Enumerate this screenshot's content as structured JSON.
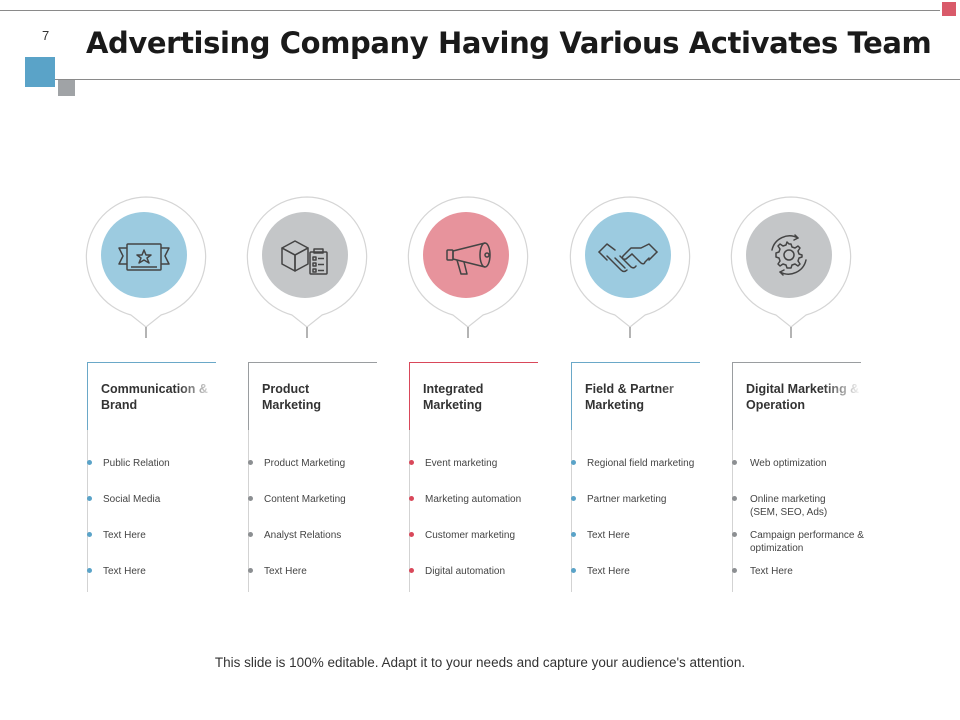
{
  "slide_number": "7",
  "title": "Advertising Company Having Various Activates Team",
  "footer": "This slide is 100% editable. Adapt it to your needs and capture your audience's attention.",
  "colors": {
    "blue": "#9ccbe0",
    "gray": "#c4c6c8",
    "pink": "#e7939c",
    "blue_dot": "#5aa3c8",
    "gray_dot": "#8c8f92",
    "red_dot": "#d9485a",
    "blue_line": "#6aa8c8",
    "gray_line": "#9a9da0",
    "red_line": "#d9485a"
  },
  "columns": [
    {
      "icon": "certificate-icon",
      "title": "Communication & Brand",
      "items": [
        "Public Relation",
        "Social Media",
        "Text Here",
        "Text Here"
      ]
    },
    {
      "icon": "box-checklist-icon",
      "title": "Product Marketing",
      "items": [
        "Product Marketing",
        "Content Marketing",
        "Analyst Relations",
        "Text Here"
      ]
    },
    {
      "icon": "megaphone-icon",
      "title": "Integrated Marketing",
      "items": [
        "Event marketing",
        "Marketing automation",
        "Customer marketing",
        "Digital automation"
      ]
    },
    {
      "icon": "handshake-icon",
      "title": "Field & Partner Marketing",
      "items": [
        "Regional field marketing",
        "Partner marketing",
        "Text Here",
        "Text Here"
      ]
    },
    {
      "icon": "gear-cycle-icon",
      "title": "Digital Marketing & Operation",
      "items": [
        "Web optimization",
        "Online marketing (SEM, SEO, Ads)",
        "Campaign performance & optimization",
        "Text Here"
      ]
    }
  ]
}
